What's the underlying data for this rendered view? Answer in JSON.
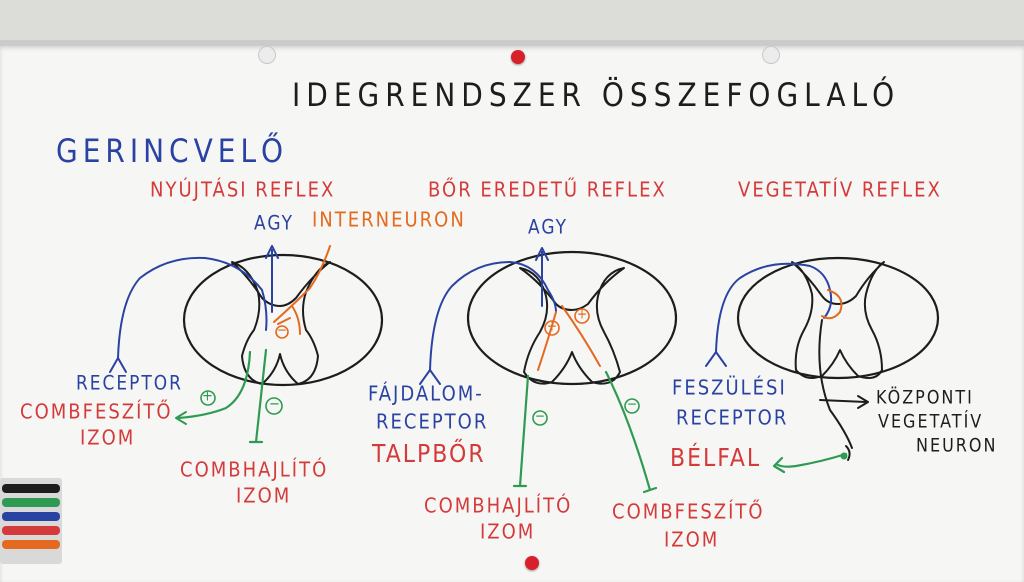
{
  "title": "IDEGRENDSZER ÖSSZEFOGLALÓ",
  "section": "GERINCVELŐ",
  "reflexes": [
    {
      "heading": "NYÚJTÁSI REFLEX",
      "agy": "AGY",
      "interneuron": "INTERNEURON",
      "receptor": "RECEPTOR",
      "extensor": [
        "COMBFESZÍTŐ",
        "IZOM"
      ],
      "flexor": [
        "COMBHAJLÍTÓ",
        "IZOM"
      ],
      "signs": [
        "+",
        "−",
        "−"
      ]
    },
    {
      "heading": "BŐR EREDETŰ REFLEX",
      "agy": "AGY",
      "receptor": [
        "FÁJDALOM-",
        "RECEPTOR"
      ],
      "site": "TALPBŐR",
      "flexor": [
        "COMBHAJLÍTÓ",
        "IZOM"
      ],
      "extensor": [
        "COMBFESZÍTŐ",
        "IZOM"
      ],
      "signs": [
        "+",
        "+",
        "−",
        "−"
      ]
    },
    {
      "heading": "VEGETATÍV REFLEX",
      "receptor": [
        "FESZÜLÉSI",
        "RECEPTOR"
      ],
      "site": "BÉLFAL",
      "neuron": [
        "KÖZPONTI",
        "VEGETATÍV",
        "NEURON"
      ]
    }
  ],
  "colors": {
    "ink_black": "#1d1d1d",
    "ink_blue": "#2a43a3",
    "ink_red": "#d53a3a",
    "ink_orange": "#e36a1f",
    "ink_green": "#2f9a52"
  }
}
